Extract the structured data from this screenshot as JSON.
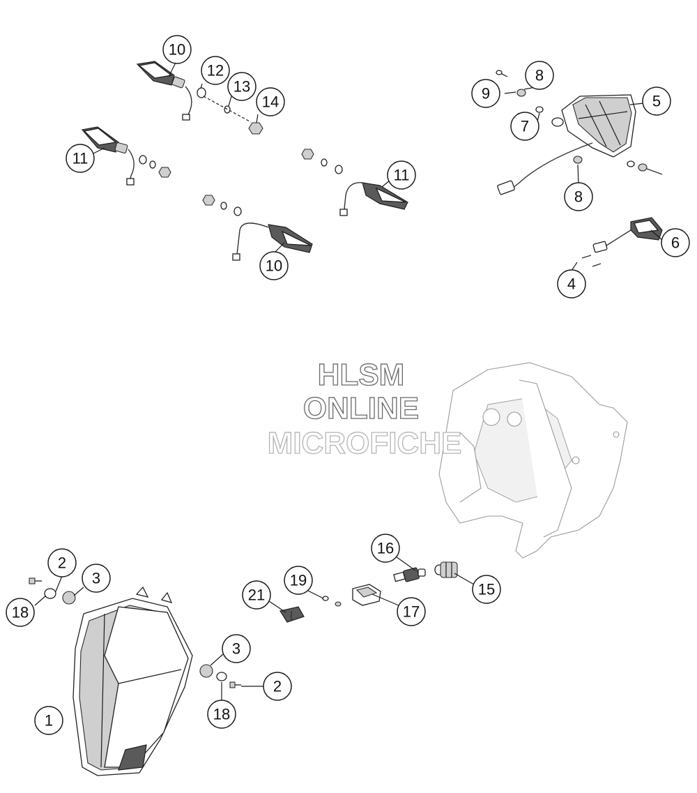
{
  "watermark": {
    "line1": "HLSM",
    "line2": "ONLINE",
    "line3": "MICROFICHE"
  },
  "callouts": {
    "c1": "1",
    "c2a": "2",
    "c2b": "2",
    "c3a": "3",
    "c3b": "3",
    "c4": "4",
    "c5": "5",
    "c6": "6",
    "c7": "7",
    "c8a": "8",
    "c8b": "8",
    "c9": "9",
    "c10a": "10",
    "c10b": "10",
    "c11a": "11",
    "c11b": "11",
    "c12": "12",
    "c13": "13",
    "c14": "14",
    "c15": "15",
    "c16": "16",
    "c17": "17",
    "c18a": "18",
    "c18b": "18",
    "c19": "19",
    "c21": "21"
  }
}
